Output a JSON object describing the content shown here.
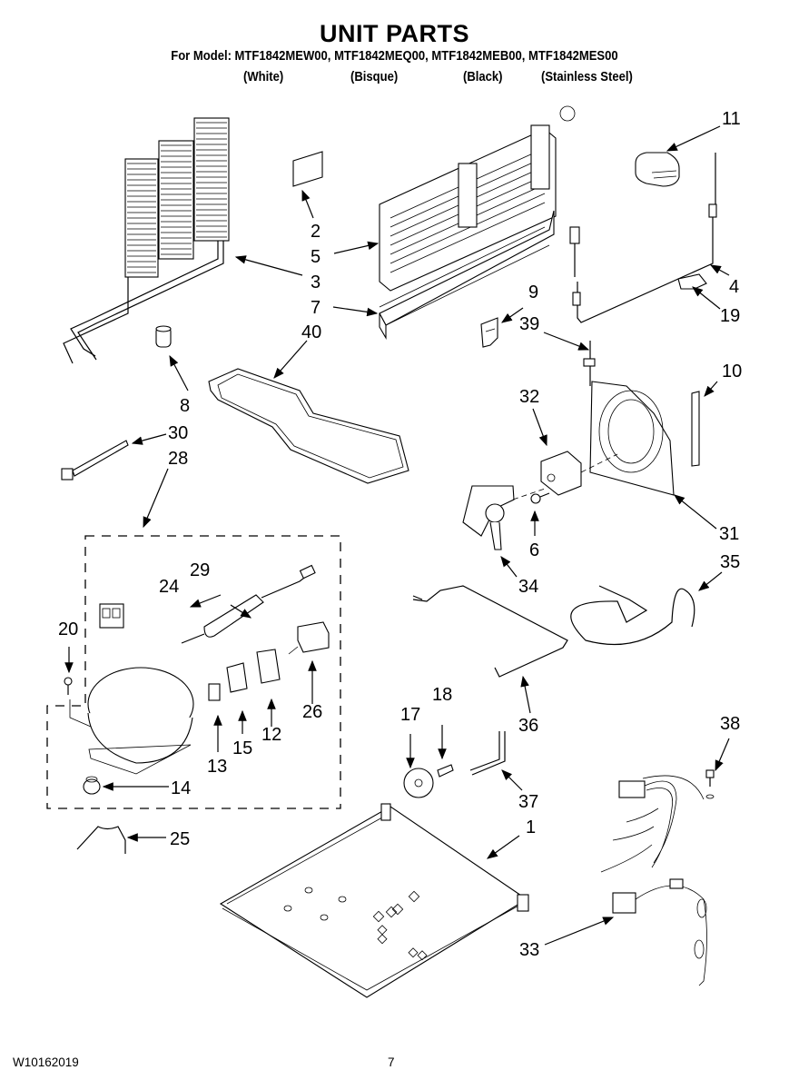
{
  "header": {
    "title": "UNIT PARTS",
    "models_line": "For Model: MTF1842MEW00, MTF1842MEQ00, MTF1842MEB00, MTF1842MES00",
    "colors": [
      "(White)",
      "(Bisque)",
      "(Black)",
      "(Stainless Steel)"
    ]
  },
  "footer": {
    "document_id": "W10162019",
    "page_number": "7"
  },
  "callouts": {
    "c1": "1",
    "c2": "2",
    "c3": "3",
    "c4": "4",
    "c5": "5",
    "c6": "6",
    "c7": "7",
    "c8": "8",
    "c9": "9",
    "c10": "10",
    "c11": "11",
    "c12": "12",
    "c13": "13",
    "c14": "14",
    "c15": "15",
    "c17": "17",
    "c18": "18",
    "c19": "19",
    "c20": "20",
    "c24": "24",
    "c25": "25",
    "c26": "26",
    "c28": "28",
    "c29": "29",
    "c30": "30",
    "c31": "31",
    "c32": "32",
    "c33": "33",
    "c34": "34",
    "c35": "35",
    "c36": "36",
    "c37": "37",
    "c38": "38",
    "c39": "39",
    "c40": "40"
  }
}
